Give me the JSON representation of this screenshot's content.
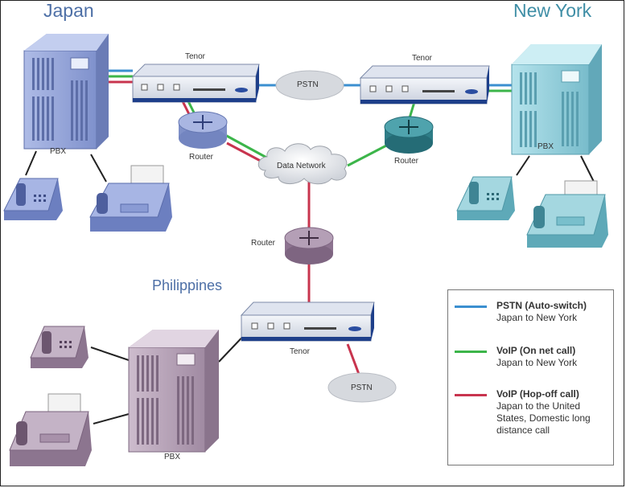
{
  "sites": {
    "japan": "Japan",
    "new_york": "New York",
    "philippines": "Philippines"
  },
  "labels": {
    "tenor_japan": "Tenor",
    "tenor_ny": "Tenor",
    "tenor_ph": "Tenor",
    "pstn_top": "PSTN",
    "pstn_bottom": "PSTN",
    "router_japan": "Router",
    "router_ny": "Router",
    "router_center": "Router",
    "data_network": "Data Network",
    "pbx_japan": "PBX",
    "pbx_ny": "PBX",
    "pbx_ph": "PBX"
  },
  "legend": [
    {
      "title": "PSTN (Auto-switch)",
      "desc": "Japan to New York",
      "color": "#3b8fd0"
    },
    {
      "title": "VoIP (On net call)",
      "desc": "Japan to New York",
      "color": "#3cb54a"
    },
    {
      "title": "VoIP (Hop-off call)",
      "desc": "Japan to the United States, Domestic long distance call",
      "color": "#c8344e"
    }
  ],
  "colors": {
    "pstn_line": "#3b8fd0",
    "voip_on_net": "#3cb54a",
    "voip_hop_off": "#c8344e",
    "japan_equipment": "#8e9fd6",
    "ny_equipment": "#8fcfdc",
    "ph_equipment": "#b29bb2"
  }
}
